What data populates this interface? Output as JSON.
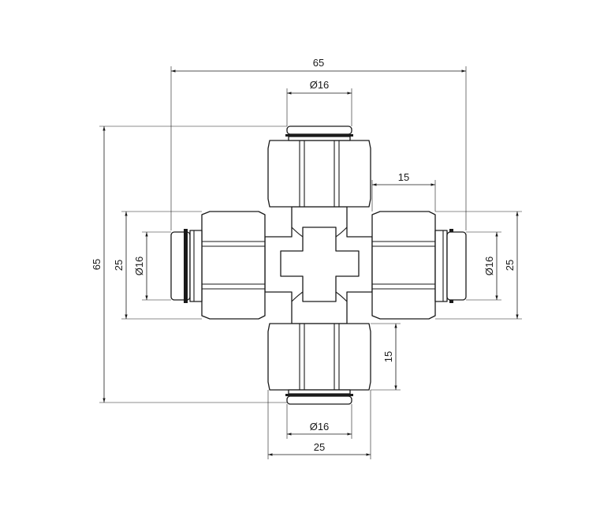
{
  "drawing": {
    "labels": {
      "overall_width": "65",
      "top_outlet_diameter": "Ø16",
      "nut_length": "15",
      "overall_height": "65",
      "left_nut_height": "25",
      "left_outlet_diameter": "Ø16",
      "right_outlet_diameter": "Ø16",
      "right_nut_height": "25",
      "bottom_nut_length": "15",
      "bottom_outlet_diameter": "Ø16",
      "bottom_nut_width": "25"
    }
  }
}
